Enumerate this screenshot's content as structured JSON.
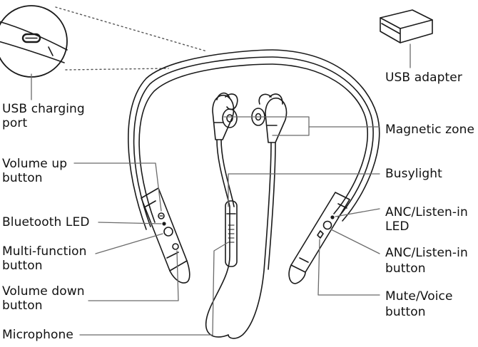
{
  "colors": {
    "line": "#1a1a1a",
    "leader": "#6b6b6b",
    "background": "#ffffff"
  },
  "labels": {
    "usb_adapter": "USB adapter",
    "usb_charging_port_1": "USB charging",
    "usb_charging_port_2": "port",
    "magnetic_zone": "Magnetic zone",
    "volume_up_1": "Volume up",
    "volume_up_2": "button",
    "busylight": "Busylight",
    "bluetooth_led": "Bluetooth LED",
    "anc_led_1": "ANC/Listen-in",
    "anc_led_2": "LED",
    "multi_function_1": "Multi-function",
    "multi_function_2": "button",
    "anc_button_1": "ANC/Listen-in",
    "anc_button_2": "button",
    "volume_down_1": "Volume down",
    "volume_down_2": "button",
    "mute_voice_1": "Mute/Voice",
    "mute_voice_2": "button",
    "microphone": "Microphone"
  }
}
